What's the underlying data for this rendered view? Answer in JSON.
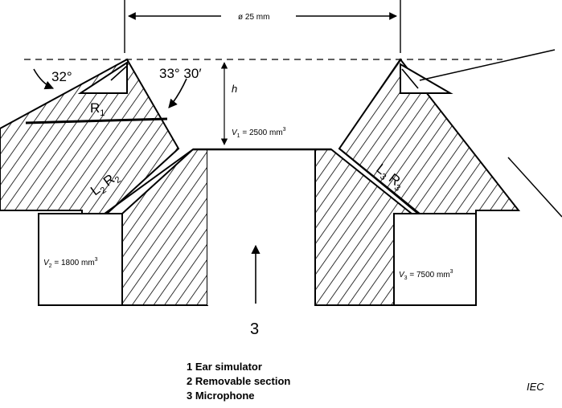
{
  "dimension": {
    "diameter": "ø 25 mm"
  },
  "angles": {
    "left": "32°",
    "right": "33° 30′"
  },
  "height_symbol": "h",
  "volumes": {
    "v1": {
      "symbol": "V",
      "sub": "1",
      "value": " = 2500 mm",
      "sup": "3"
    },
    "v2": {
      "symbol": "V",
      "sub": "2",
      "value": " = 1800 mm",
      "sup": "3"
    },
    "v3": {
      "symbol": "V",
      "sub": "3",
      "value": " = 7500 mm",
      "sup": "3"
    }
  },
  "elements": {
    "r1": {
      "main": "R",
      "sub": "1"
    },
    "l2": {
      "main": "L",
      "sub": "2"
    },
    "r2": {
      "main": "R",
      "sub": "2"
    },
    "l3": {
      "main": "L",
      "sub": "3"
    },
    "r3": {
      "main": "R",
      "sub": "3"
    }
  },
  "marker_3": "3",
  "legend": [
    "1 Ear simulator",
    "2 Removable section",
    "3 Microphone"
  ],
  "source": "IEC"
}
